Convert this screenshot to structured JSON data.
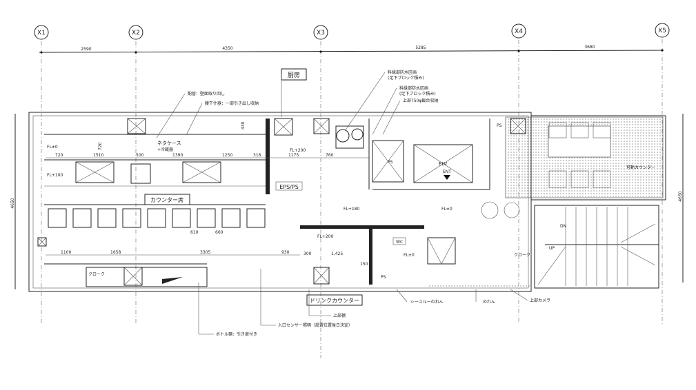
{
  "grid": {
    "axes": [
      "X1",
      "X2",
      "X3",
      "X4",
      "X5"
    ],
    "spans": [
      "2590",
      "4350",
      "5285",
      "3680"
    ],
    "depth_left": "4650",
    "depth_right": "4650"
  },
  "callouts_top": {
    "kitchen": "厨房",
    "piping": "配管：壁面取り回し",
    "under_counter": "腰下什器：一部引き出し収納",
    "waterproof1_a": "料縁部防水区画",
    "waterproof1_b": "(足下ブロック積み)",
    "waterproof2_a": "料縁部防水区画",
    "waterproof2_b": "(足下ブロック積み)",
    "rice_storage": "上部750φ飯台収納"
  },
  "rooms": {
    "fl_0_left": "FL±0",
    "fl_100": "FL+100",
    "neta_case": "ネタケース",
    "fridge": "+冷蔵器",
    "counter_seats": "カウンター席",
    "fl_200_kitchen": "FL+200",
    "eps_ps": "EPS/PS",
    "ps_shaft": "PS",
    "elv": "ELV",
    "ent": "ENT",
    "ps_top": "PS",
    "movable_counter": "可動カウンター",
    "fl_180": "FL+180",
    "fl_0_hall": "FL±0",
    "fl_200_drink": "FL+200",
    "wc": "WC",
    "fl_0_wc": "FL±0",
    "ps_bottom": "PS",
    "cloak_left": "クローク",
    "cloak_right": "クローク",
    "dn": "DN",
    "up": "UP"
  },
  "dims": {
    "d720": "720",
    "d1510": "1510",
    "d500": "500",
    "d1390": "1390",
    "d1250": "1250",
    "d316": "316",
    "d1175": "1175",
    "d760": "760",
    "d430": "430",
    "d720v": "720",
    "d1100": "1100",
    "d1658": "1658",
    "d3305": "3305",
    "d930": "930",
    "d610": "610",
    "d660": "660",
    "d300": "300",
    "d1425": "1,425",
    "d150": "150"
  },
  "callouts_bottom": {
    "drink_counter": "ドリンクカウンター",
    "upper_shelf": "上部棚",
    "entrance_light": "入口センサー照明（設置位置後日決定）",
    "bottle_shelf": "ボトル棚：引き扉付き",
    "seethrough_noren": "シースルーのれん",
    "noren": "のれん",
    "upper_camera": "上部カメラ"
  }
}
